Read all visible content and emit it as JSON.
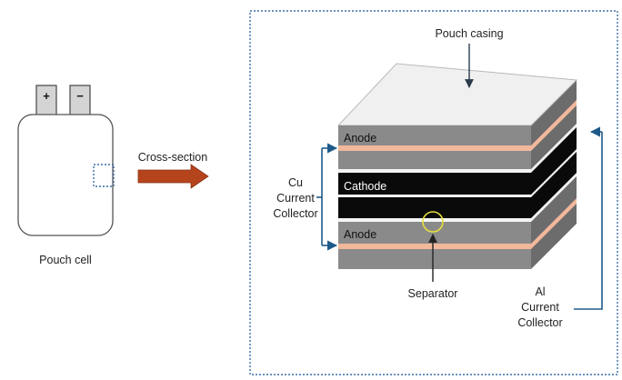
{
  "pouch_cell": {
    "terminal_positive": "+",
    "terminal_negative": "−",
    "label": "Pouch cell"
  },
  "cross_section_label": "Cross-section",
  "layers": {
    "anode_top": "Anode",
    "cathode": "Cathode",
    "anode_bottom": "Anode"
  },
  "callouts": {
    "pouch_casing": "Pouch casing",
    "separator": "Separator",
    "cu_collector": [
      "Cu",
      "Current",
      "Collector"
    ],
    "al_collector": [
      "Al",
      "Current",
      "Collector"
    ]
  },
  "colors": {
    "anode_gray": "#8a8a8a",
    "anode_side": "#6c6c6c",
    "copper": "#f2b89c",
    "cathode_black": "#0a0a0a",
    "separator_white": "#f4f4f4",
    "casing_top": "#f0f0f0",
    "arrow_orange": "#b5441c",
    "bracket_blue": "#1e5a88",
    "dotted_blue": "#3a6fa8",
    "separator_circle": "#e8e23a"
  }
}
